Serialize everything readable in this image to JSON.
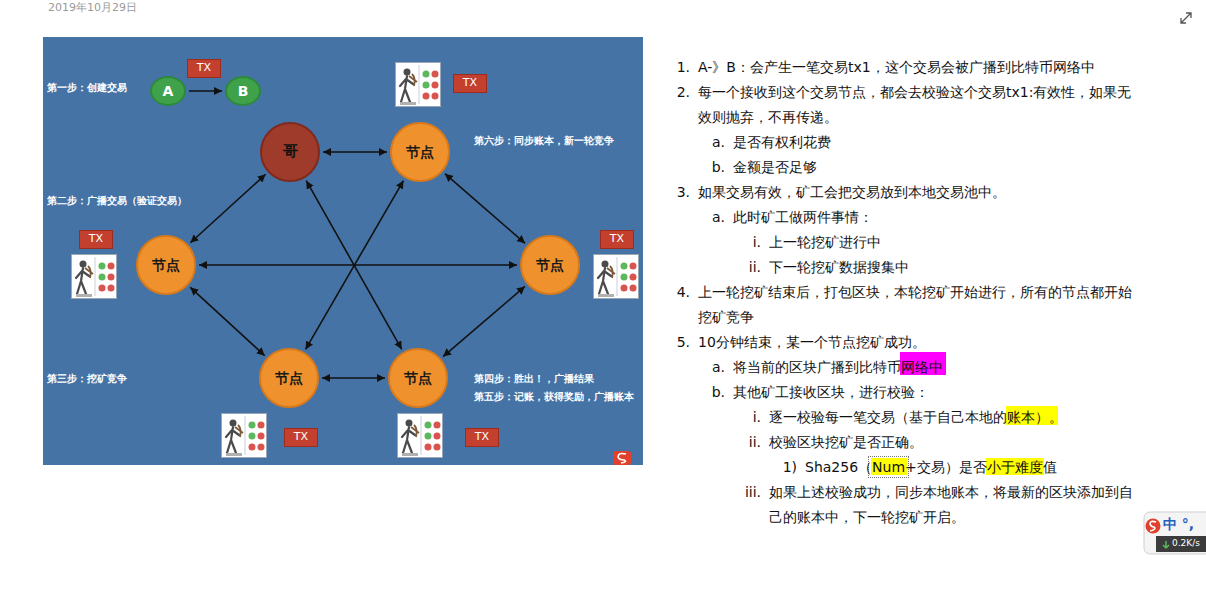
{
  "diagram": {
    "nodes": [
      {
        "text": [
          "TX"
        ]
      },
      {
        "text": [
          "A"
        ]
      },
      {
        "text": [
          "B"
        ]
      },
      {
        "text": [
          "TX"
        ]
      },
      {
        "text": [
          "哥"
        ]
      },
      {
        "text": [
          "节点"
        ]
      },
      {
        "text": [
          "TX"
        ]
      },
      {
        "text": [
          "节点"
        ]
      },
      {
        "text": [
          "节点"
        ]
      },
      {
        "text": [
          "TX"
        ]
      },
      {
        "text": [
          "节点"
        ]
      },
      {
        "text": [
          "节点"
        ]
      },
      {
        "text": [
          "TX"
        ]
      },
      {
        "text": [
          "TX"
        ]
      }
    ],
    "edges": [
      {
        "from": 1,
        "to": 2,
        "arrow": "to"
      },
      {
        "from": 4,
        "to": 5,
        "arrow": "both"
      },
      {
        "from": 4,
        "to": 7,
        "arrow": "both"
      },
      {
        "from": 4,
        "to": 11,
        "arrow": "both"
      },
      {
        "from": 5,
        "to": 10,
        "arrow": "both"
      },
      {
        "from": 5,
        "to": 8,
        "arrow": "both"
      },
      {
        "from": 7,
        "to": 8,
        "arrow": "both"
      },
      {
        "from": 7,
        "to": 10,
        "arrow": "both"
      },
      {
        "from": 8,
        "to": 11,
        "arrow": "both"
      },
      {
        "from": 10,
        "to": 11,
        "arrow": "both"
      }
    ],
    "labels": [
      "2019年10月29日",
      "第一步：创建交易",
      "第六步：同步账本，新一轮竞争",
      "第二步：广播交易（验证交易）",
      "第三步：挖矿竞争",
      "第四步：胜出！，广播结果",
      "第五步：记账，获得奖励，广播账本",
      "1.",
      "A-》B：会产生一笔交易tx1，这个交易会被广播到比特币网络中",
      "2.",
      "每一个接收到这个交易节点，都会去校验这个交易tx1:有效性，如果无效则抛弃，不再传递。",
      "a.",
      "是否有权利花费",
      "b.",
      "金额是否足够",
      "3.",
      "如果交易有效，矿工会把交易放到本地交易池中。",
      "a.",
      "此时矿工做两件事情：",
      "i.",
      "上一轮挖矿进行中",
      "ii.",
      "下一轮挖矿数据搜集中",
      "4.",
      "上一轮挖矿结束后，打包区块，本轮挖矿开始进行，所有的节点都开始挖矿竞争",
      "5.",
      "10分钟结束，某一个节点挖矿成功。",
      "a.",
      "将当前的区块广播到比特币网络中",
      "b.",
      "其他矿工接收区块，进行校验：",
      "i.",
      "逐一校验每一笔交易（基于自己本地的账本）。",
      "ii.",
      "校验区块挖矿是否正确。",
      "1)",
      "Sha256（Num+交易）是否小于难度值",
      "iii.",
      "如果上述校验成功，同步本地账本，将最新的区块添加到自己的账本中，下一轮挖矿开启。",
      "中 °,",
      "0.2K/s"
    ]
  }
}
